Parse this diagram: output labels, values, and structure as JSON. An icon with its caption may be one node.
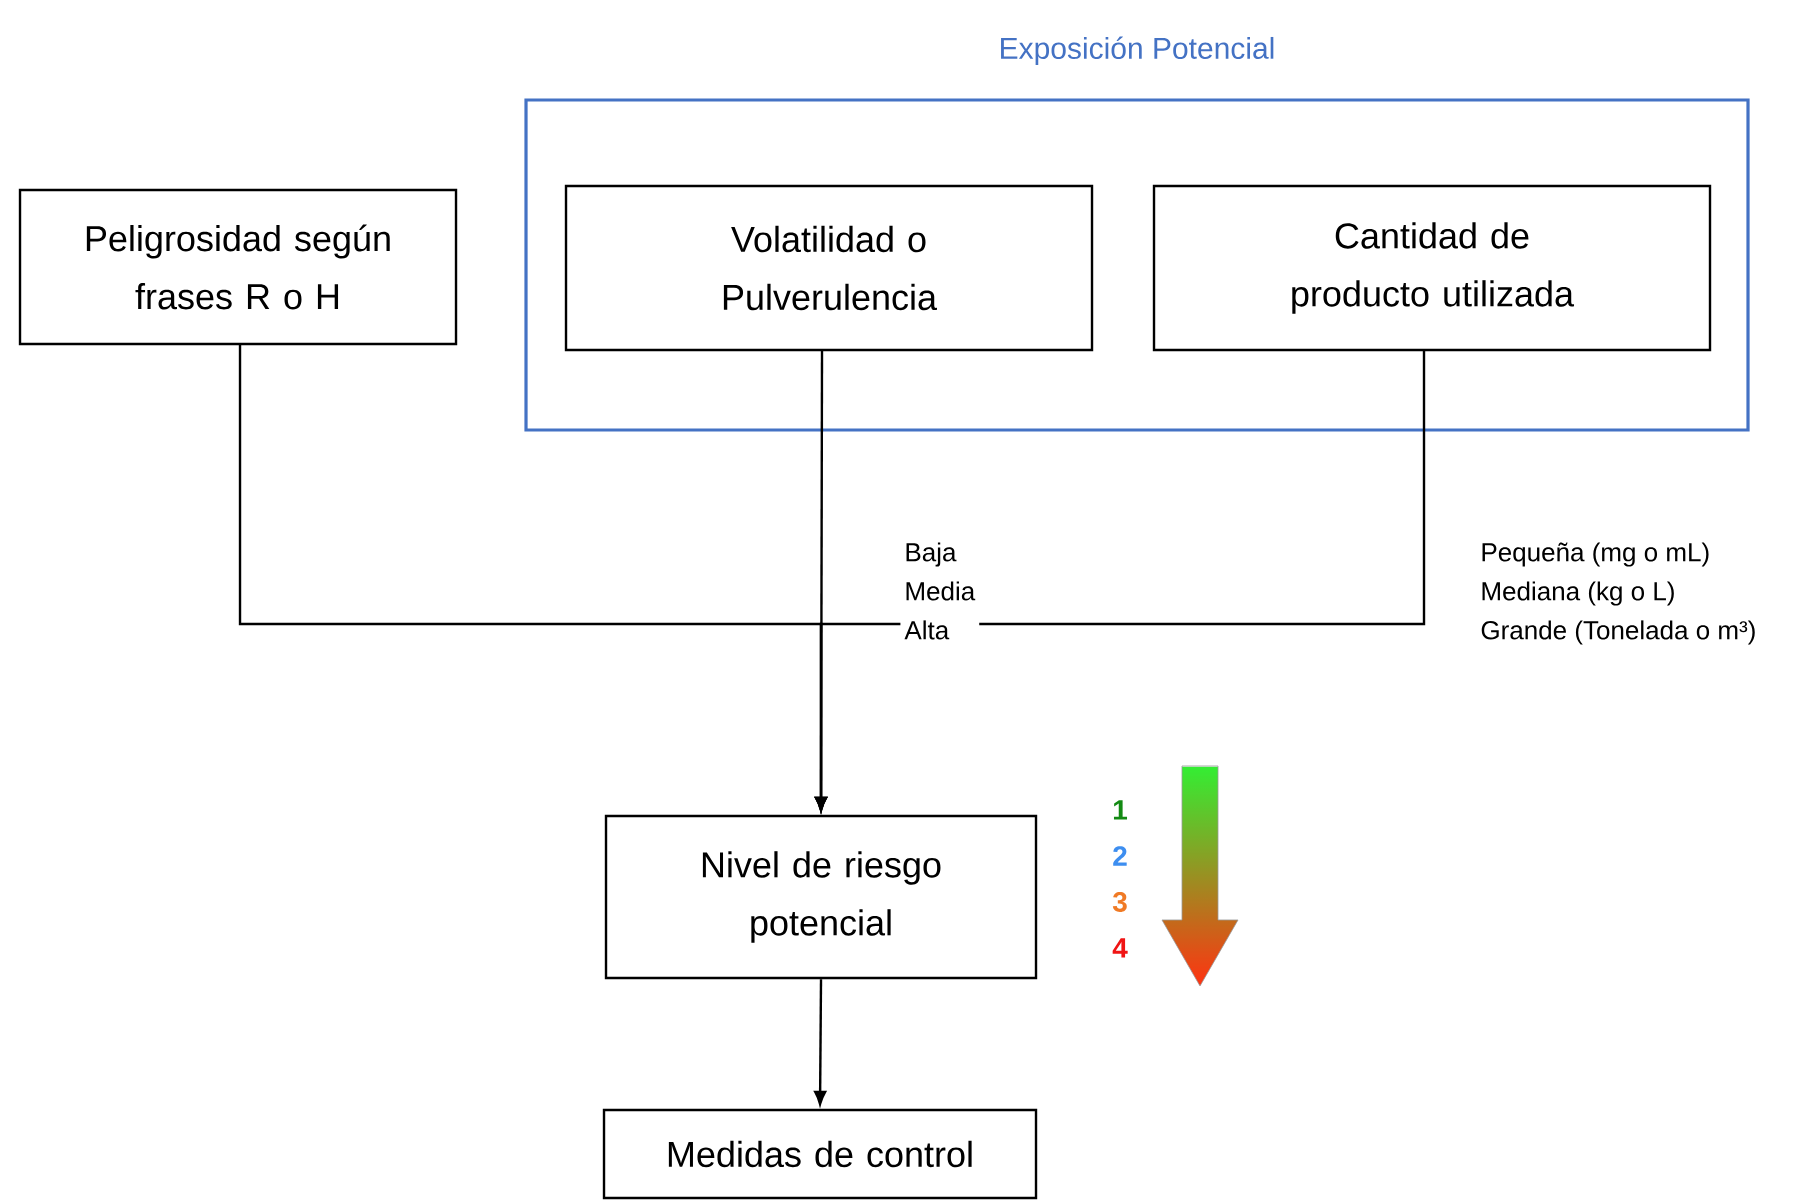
{
  "diagram": {
    "nodes": [
      {
        "text": [
          "Exposición Potencial"
        ]
      },
      {
        "text": [
          "Peligrosidad según frases R o H"
        ]
      },
      {
        "text": [
          "Volatilidad o Pulverulencia"
        ],
        "in": 0
      },
      {
        "text": [
          "Cantidad de producto utilizada"
        ],
        "in": 0
      },
      {
        "text": [
          "Nivel de riesgo potencial"
        ]
      },
      {
        "text": [
          "Medidas de control"
        ]
      }
    ],
    "edges": [
      {
        "from": 1,
        "to": 4,
        "arrow": "to"
      },
      {
        "from": 2,
        "to": 4,
        "arrow": "to"
      },
      {
        "from": 3,
        "to": 4,
        "arrow": "to"
      },
      {
        "from": 4,
        "to": 5,
        "arrow": "to"
      }
    ],
    "labels": [
      "Baja",
      "Media",
      "Alta",
      "Pequeña (mg o mL)",
      "Mediana (kg o L)",
      "Grande (Tonelada o m³)",
      "1",
      "2",
      "3",
      "4"
    ]
  }
}
